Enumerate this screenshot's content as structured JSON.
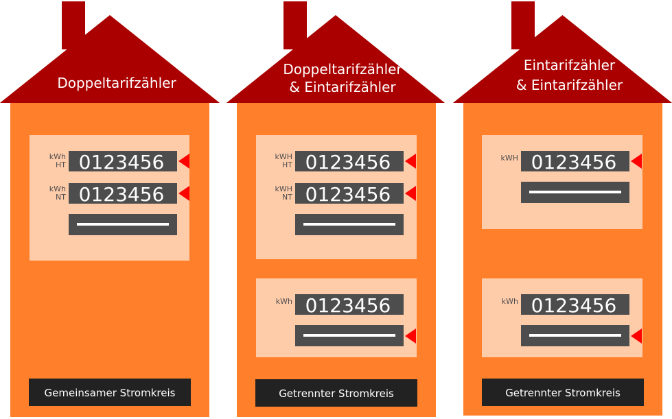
{
  "colors": {
    "roof": "#aa0000",
    "wall": "#ff7f2a",
    "panel": "#ffccaa",
    "display": "#4d4d4d",
    "arrow": "#ff0000",
    "circuit_bg": "#222222",
    "text_light": "#ffffff",
    "label_text": "#4d4d4d"
  },
  "houses": [
    {
      "title_lines": [
        "Doppeltarifzähler"
      ],
      "meters": [
        {
          "readings": [
            {
              "unit": "kWh",
              "tariff": "HT",
              "value": "0123456",
              "active": true
            },
            {
              "unit": "kWh",
              "tariff": "NT",
              "value": "0123456",
              "active": true
            }
          ],
          "bar_active": false
        }
      ],
      "circuit_label": "Gemeinsamer Stromkreis"
    },
    {
      "title_lines": [
        "Doppeltarifzähler",
        "& Eintarifzähler"
      ],
      "meters": [
        {
          "readings": [
            {
              "unit": "kWH",
              "tariff": "HT",
              "value": "0123456",
              "active": true
            },
            {
              "unit": "kWH",
              "tariff": "NT",
              "value": "0123456",
              "active": true
            }
          ],
          "bar_active": false
        },
        {
          "readings": [
            {
              "unit": "kWh",
              "tariff": "",
              "value": "0123456",
              "active": false
            }
          ],
          "bar_active": true
        }
      ],
      "circuit_label": "Getrennter Stromkreis"
    },
    {
      "title_lines": [
        "Eintarifzähler",
        "& Eintarifzähler"
      ],
      "meters": [
        {
          "readings": [
            {
              "unit": "kWH",
              "tariff": "",
              "value": "0123456",
              "active": true
            }
          ],
          "bar_active": false
        },
        {
          "readings": [
            {
              "unit": "kWh",
              "tariff": "",
              "value": "0123456",
              "active": false
            }
          ],
          "bar_active": true
        }
      ],
      "circuit_label": "Getrennter Stromkreis"
    }
  ]
}
